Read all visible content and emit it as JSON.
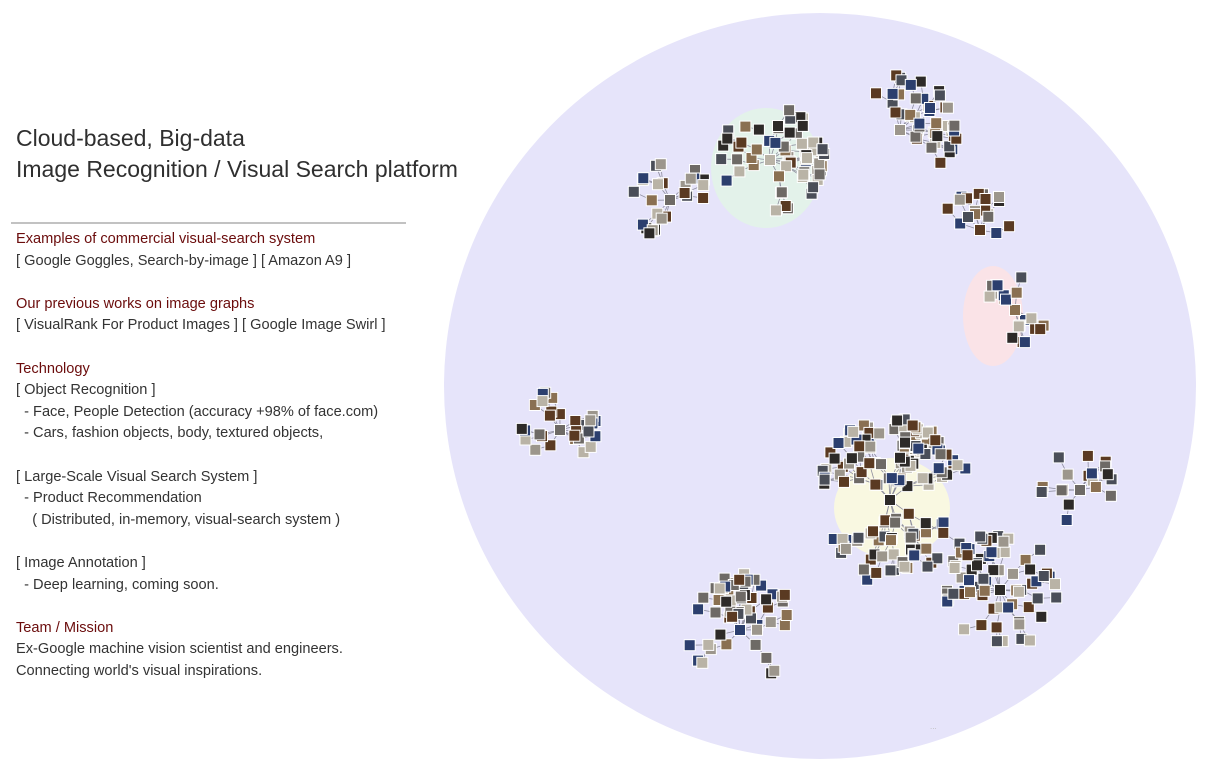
{
  "title": {
    "line1": "Cloud-based, Big-data",
    "line2": "Image Recognition / Visual Search platform"
  },
  "sections": {
    "examples": {
      "heading": "Examples of commercial visual-search system",
      "line1": "[ Google Goggles, Search-by-image ] [ Amazon A9 ]"
    },
    "previous": {
      "heading": "Our previous works on image graphs",
      "line1": "[ VisualRank For Product Images ] [ Google Image Swirl ]"
    },
    "technology": {
      "heading": "Technology",
      "object_title": "[ Object Recognition ]",
      "object_item1": "  - Face, People Detection (accuracy +98% of face.com)",
      "object_item2": "  - Cars, fashion objects, body, textured objects,",
      "search_title": "[ Large-Scale Visual Search System ]",
      "search_item1": "  - Product Recommendation",
      "search_item2": "    ( Distributed, in-memory, visual-search system )",
      "annotation_title": "[ Image Annotation ]",
      "annotation_item1": "  - Deep learning, coming soon."
    },
    "team": {
      "heading": "Team / Mission",
      "line1": "Ex-Google machine vision scientist and engineers.",
      "line2": "Connecting world's visual inspirations."
    }
  },
  "graph": {
    "background_color": "#e6e4fa",
    "highlight_colors": [
      "#e2f5e6",
      "#fde3e3",
      "#fbfbdc"
    ],
    "thumbnail_colors": [
      "#2d2a28",
      "#6e6a66",
      "#9c968c",
      "#4a4e58",
      "#8a7052",
      "#2c3f6e",
      "#5a3a22",
      "#b9b3a6"
    ]
  },
  "footnote": "..."
}
